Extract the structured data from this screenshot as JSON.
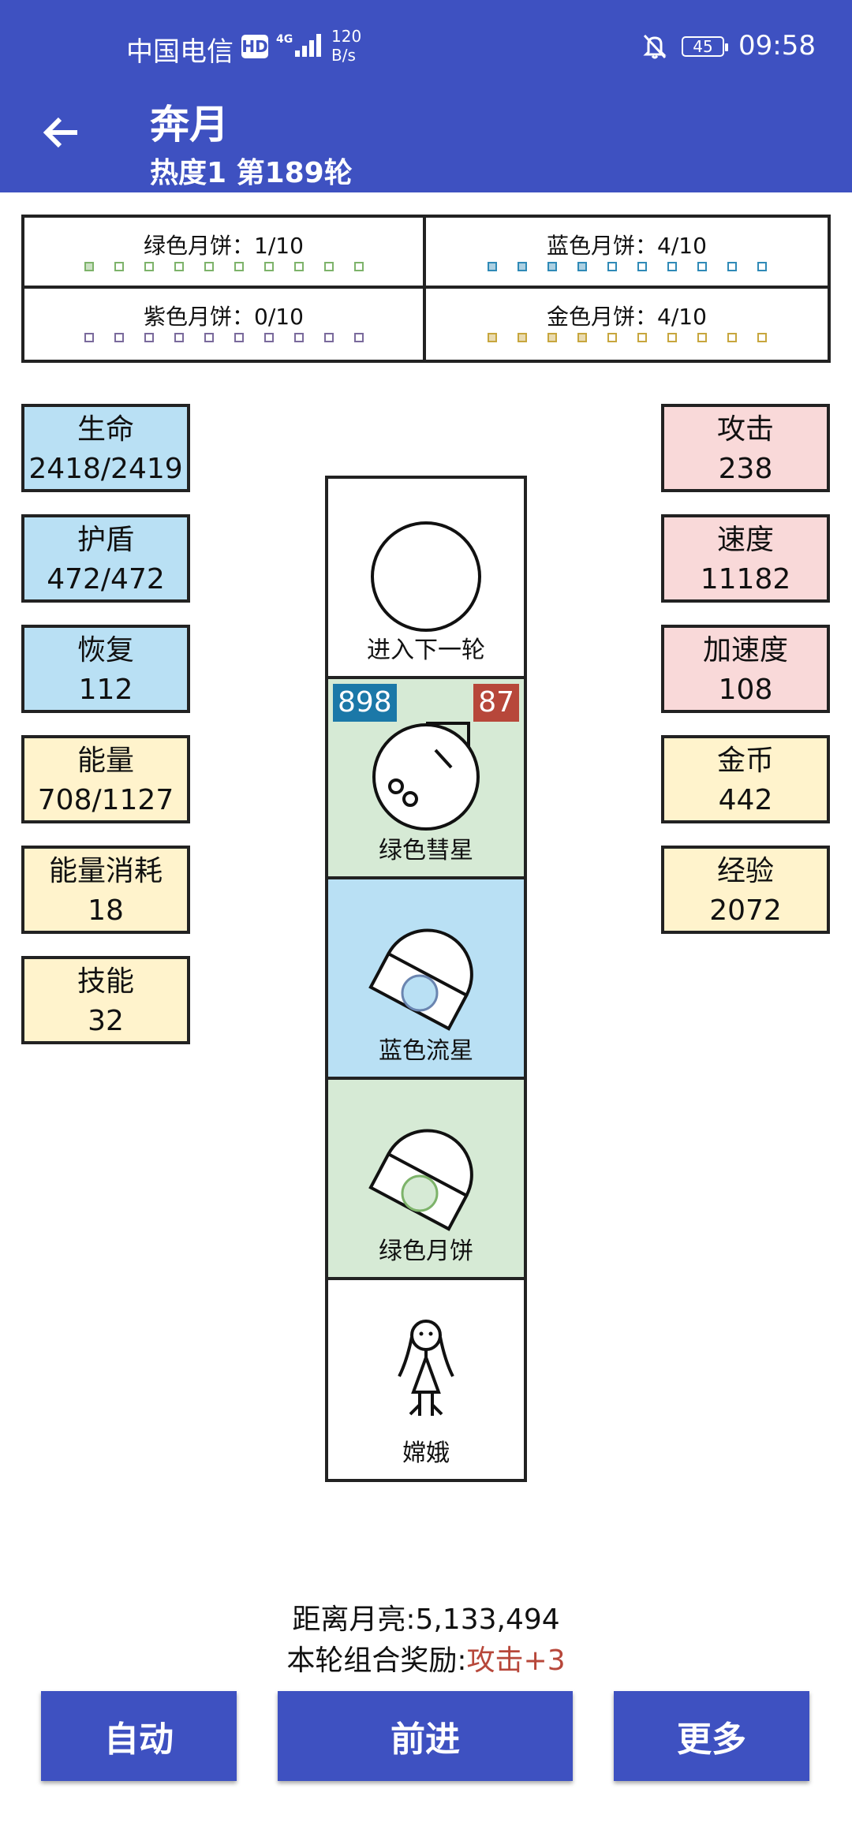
{
  "status_bar": {
    "carrier": "中国电信",
    "hd": "HD",
    "network": "4G",
    "speed_value": "120",
    "speed_unit": "B/s",
    "battery": "45",
    "time": "09:58"
  },
  "app_bar": {
    "title": "奔月",
    "subtitle": "热度1 第189轮"
  },
  "mooncakes": [
    {
      "label": "绿色月饼：1/10",
      "color": "#7db36a",
      "filled": 1,
      "total": 10
    },
    {
      "label": "蓝色月饼：4/10",
      "color": "#2f8ab7",
      "filled": 4,
      "total": 10
    },
    {
      "label": "紫色月饼：0/10",
      "color": "#7a6a9c",
      "filled": 0,
      "total": 10
    },
    {
      "label": "金色月饼：4/10",
      "color": "#c7a63d",
      "filled": 4,
      "total": 10
    }
  ],
  "left_stats": [
    {
      "label": "生命",
      "value": "2418/2419"
    },
    {
      "label": "护盾",
      "value": "472/472"
    },
    {
      "label": "恢复",
      "value": "112"
    },
    {
      "label": "能量",
      "value": "708/1127"
    },
    {
      "label": "能量消耗",
      "value": "18"
    },
    {
      "label": "技能",
      "value": "32"
    }
  ],
  "right_stats": [
    {
      "label": "攻击",
      "value": "238"
    },
    {
      "label": "速度",
      "value": "11182"
    },
    {
      "label": "加速度",
      "value": "108"
    },
    {
      "label": "金币",
      "value": "442"
    },
    {
      "label": "经验",
      "value": "2072"
    }
  ],
  "track": [
    {
      "label": "进入下一轮",
      "icon": "circle-icon"
    },
    {
      "label": "绿色彗星",
      "icon": "comet-icon",
      "badge_left": "898",
      "badge_right": "87"
    },
    {
      "label": "蓝色流星",
      "icon": "meteor-icon"
    },
    {
      "label": "绿色月饼",
      "icon": "mooncake-icon"
    },
    {
      "label": "嫦娥",
      "icon": "change-figure-icon"
    }
  ],
  "bottom": {
    "distance_label": "距离月亮:",
    "distance_value": "5,133,494",
    "reward_label": "本轮组合奖励:",
    "reward_value": "攻击+3"
  },
  "buttons": {
    "auto": "自动",
    "forward": "前进",
    "more": "更多"
  },
  "colors": {
    "primary": "#3e51c1",
    "stat_blue": "#b9e0f4",
    "stat_yellow": "#fff3cc",
    "stat_pink": "#f9d9d9",
    "tile_green": "#d6ead5",
    "tile_blue": "#b9e0f4",
    "badge_blue": "#1b78a8",
    "badge_red": "#b7473a",
    "reward_red": "#b7473a"
  }
}
